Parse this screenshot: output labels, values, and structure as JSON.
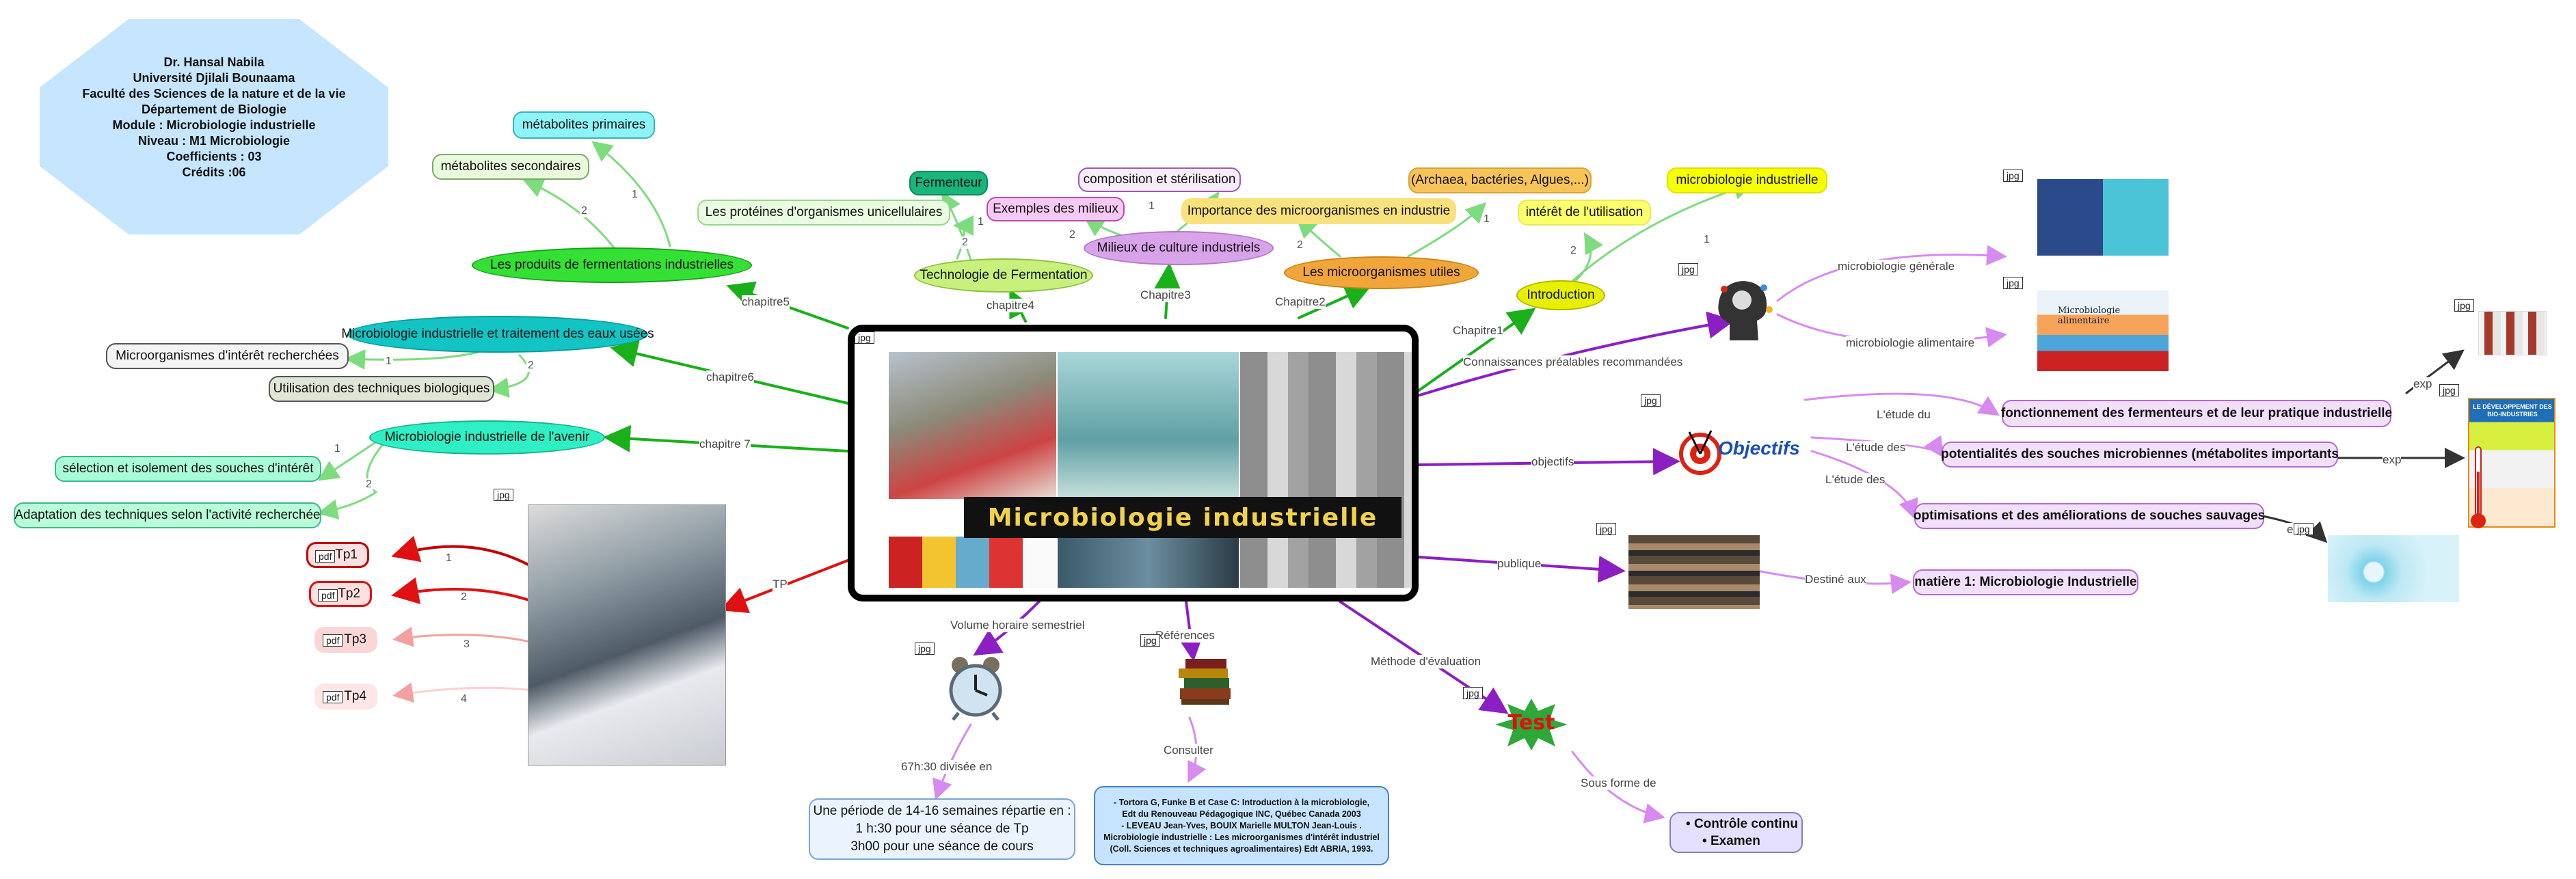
{
  "header": {
    "author": "Dr. Hansal Nabila",
    "university": "Université Djilali Bounaama",
    "faculty": "Faculté des Sciences de la nature et de la vie",
    "department": "Département de Biologie",
    "module": "Module : Microbiologie industrielle",
    "level": "Niveau : M1 Microbiologie",
    "coefficient": "Coefficients : 03",
    "credits": "Crédits :06"
  },
  "center": {
    "title": "Microbiologie industrielle",
    "tag": "jpg"
  },
  "tags": {
    "jpg": "jpg",
    "pdf": "pdf"
  },
  "branches": {
    "chapitre1": "Chapitre1",
    "chapitre2": "Chapitre2",
    "chapitre3": "Chapitre3",
    "chapitre4": "chapitre4",
    "chapitre5": "chapitre5",
    "chapitre6": "chapitre6",
    "chapitre7": "chapitre 7",
    "tp": "TP",
    "volume": "Volume horaire semestriel",
    "references": "Références",
    "evaluation": "Méthode d'évaluation",
    "publique": "publique",
    "objectifs": "objectifs",
    "prealables": "Connaissances préalables recommandées"
  },
  "chapters": {
    "introduction": "Introduction",
    "intro_micro": "microbiologie industrielle",
    "intro_interet": "intérêt de l'utilisation",
    "utiles": "Les microorganismes utiles",
    "utiles_types": "(Archaea, bactéries, Algues,...)",
    "utiles_importance": "Importance des microorganismes en industrie",
    "milieux": "Milieux de culture industriels",
    "milieux_exemples": "Exemples des milieux",
    "milieux_composition": "composition et stérilisation",
    "technologie": "Technologie de Fermentation",
    "fermenteur": "Fermenteur",
    "proteines": "Les protéines d'organismes unicellulaires",
    "produits": "Les produits de fermentations industrielles",
    "metabolites_primaires": "métabolites primaires",
    "metabolites_secondaires": "métabolites secondaires",
    "eaux": "Microbiologie industrielle et traitement des eaux usées",
    "eaux_microorganismes": "Microorganismes d'intérêt recherchées",
    "eaux_techniques": "Utilisation des techniques biologiques",
    "avenir": "Microbiologie industrielle de l'avenir",
    "avenir_selection": "sélection et isolement des souches d'intérêt",
    "avenir_adaptation": "Adaptation des techniques selon l'activité recherchée"
  },
  "tp": {
    "items": [
      "Tp1",
      "Tp2",
      "Tp3",
      "Tp4"
    ]
  },
  "volume": {
    "label": "67h:30 divisée en",
    "lines": [
      "Une période de 14-16 semaines répartie en :",
      "1 h:30 pour une séance de Tp",
      "3h00 pour une séance de cours"
    ]
  },
  "references": {
    "label": "Consulter",
    "lines": [
      "- Tortora G, Funke B et Case C: Introduction à la microbiologie,",
      "Edt du Renouveau Pédagogique INC, Québec Canada 2003",
      "- LEVEAU Jean-Yves, BOUIX Marielle MULTON Jean-Louis .",
      "Microbiologie industrielle : Les microorganismes d'intérêt industriel",
      "(Coll. Sciences et techniques agroalimentaires) Edt ABRIA, 1993."
    ]
  },
  "evaluation": {
    "image_text": "Test",
    "label": "Sous forme de",
    "items": [
      "Contrôle continu",
      "Examen"
    ]
  },
  "publique": {
    "label": "Destiné aux",
    "target": "matière 1: Microbiologie Industrielle"
  },
  "objectifs": {
    "image_text": "Objectifs",
    "label_1": "L'étude du",
    "label_2": "L'étude des",
    "label_3": "L'étude des",
    "item_1": "fonctionnement des fermenteurs et de leur pratique industrielle",
    "item_2": "potentialités des souches microbiennes (métabolites importants",
    "item_3": "optimisations et des améliorations de souches sauvages",
    "exp": "exp",
    "poster_text": "LE DÉVELOPPEMENT DES BIO-INDUSTRIES"
  },
  "prealables": {
    "label_1": "microbiologie générale",
    "label_2": "microbiologie alimentaire",
    "image_text": "Microbiologie alimentaire"
  },
  "numbers": [
    "1",
    "2",
    "3",
    "4"
  ],
  "colors": {
    "green": "#19b019",
    "purple": "#8b1fc4",
    "red": "#e01010",
    "light_green": "#7ddc7d",
    "light_purple": "#d78af0"
  }
}
